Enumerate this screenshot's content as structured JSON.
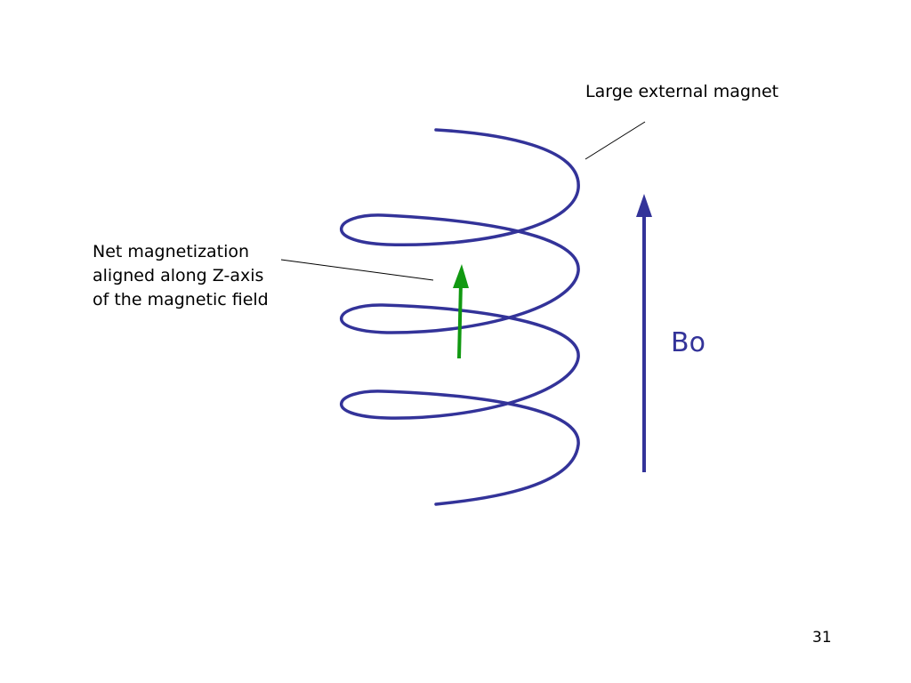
{
  "labels": {
    "magnet": "Large external magnet",
    "net_magnetization": [
      "Net magnetization",
      "aligned along Z-axis",
      "of the magnetic field"
    ],
    "field": "Bo"
  },
  "page_number": "31",
  "colors": {
    "coil": "#333399",
    "field_arrow": "#333399",
    "field_label": "#333399",
    "magnetization_arrow": "#119911",
    "leader_lines": "#000000",
    "text": "#000000"
  }
}
